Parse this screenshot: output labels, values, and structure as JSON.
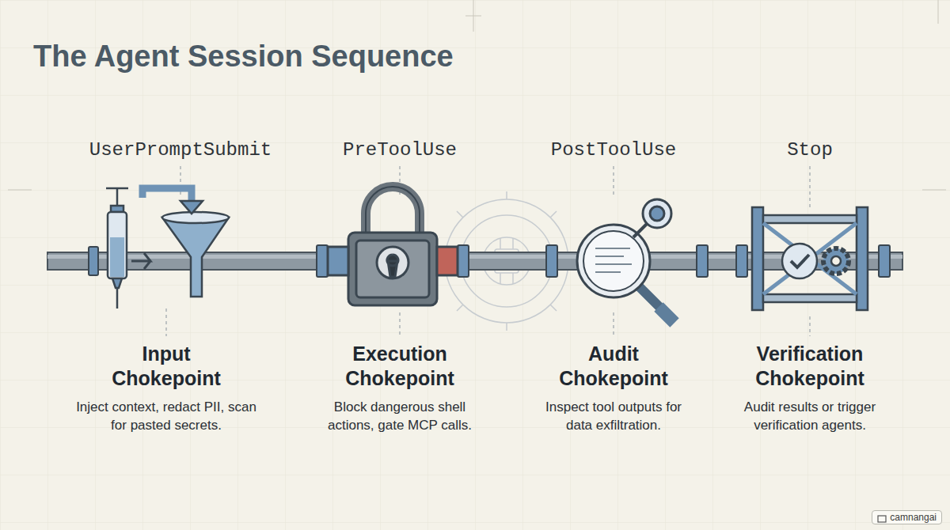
{
  "diagram": {
    "title": "The Agent Session Sequence",
    "nodes": [
      {
        "text": [
          "camnangai"
        ]
      }
    ],
    "labels": [
      "UserPromptSubmit",
      "PreToolUse",
      "PostToolUse",
      "Stop",
      "Input Chokepoint",
      "Execution Chokepoint",
      "Audit Chokepoint",
      "Verification Chokepoint",
      "Inject context, redact PII, scan for pasted secrets.",
      "Block dangerous shell actions, gate MCP calls.",
      "Inspect tool outputs for data exfiltration.",
      "Audit results or trigger verification agents."
    ]
  }
}
